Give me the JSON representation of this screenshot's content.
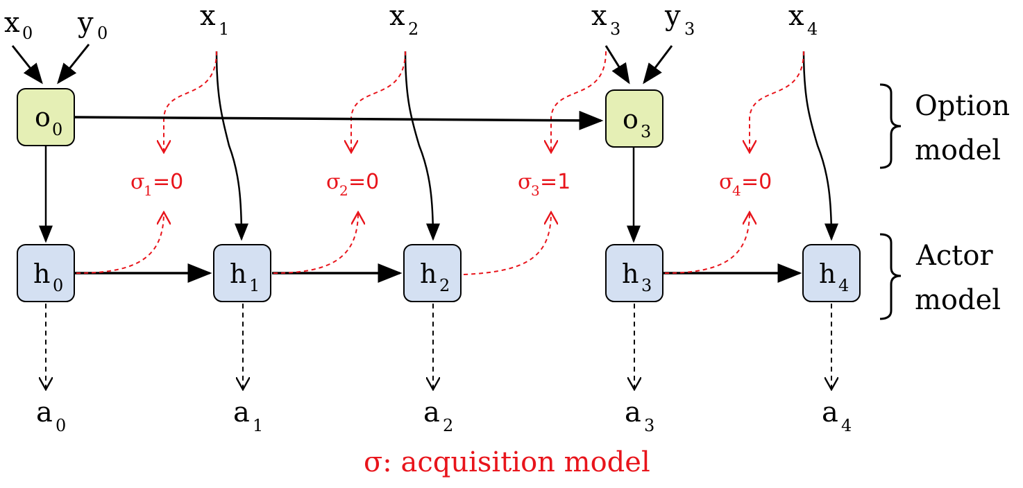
{
  "inputs": [
    {
      "id": "x0",
      "base": "x",
      "sub": "0"
    },
    {
      "id": "y0",
      "base": "y",
      "sub": "0"
    },
    {
      "id": "x1",
      "base": "x",
      "sub": "1"
    },
    {
      "id": "x2",
      "base": "x",
      "sub": "2"
    },
    {
      "id": "x3",
      "base": "x",
      "sub": "3"
    },
    {
      "id": "y3",
      "base": "y",
      "sub": "3"
    },
    {
      "id": "x4",
      "base": "x",
      "sub": "4"
    }
  ],
  "option_nodes": [
    {
      "id": "o0",
      "base": "o",
      "sub": "0",
      "fill": "#e5efb5"
    },
    {
      "id": "o3",
      "base": "o",
      "sub": "3",
      "fill": "#e5efb5"
    }
  ],
  "actor_nodes": [
    {
      "id": "h0",
      "base": "h",
      "sub": "0",
      "fill": "#d4e0f2"
    },
    {
      "id": "h1",
      "base": "h",
      "sub": "1",
      "fill": "#d4e0f2"
    },
    {
      "id": "h2",
      "base": "h",
      "sub": "2",
      "fill": "#d4e0f2"
    },
    {
      "id": "h3",
      "base": "h",
      "sub": "3",
      "fill": "#d4e0f2"
    },
    {
      "id": "h4",
      "base": "h",
      "sub": "4",
      "fill": "#d4e0f2"
    }
  ],
  "actions": [
    {
      "id": "a0",
      "base": "a",
      "sub": "0"
    },
    {
      "id": "a1",
      "base": "a",
      "sub": "1"
    },
    {
      "id": "a2",
      "base": "a",
      "sub": "2"
    },
    {
      "id": "a3",
      "base": "a",
      "sub": "3"
    },
    {
      "id": "a4",
      "base": "a",
      "sub": "4"
    }
  ],
  "sigmas": [
    {
      "id": "s1",
      "symbol": "σ",
      "sub": "1",
      "value": "=0"
    },
    {
      "id": "s2",
      "symbol": "σ",
      "sub": "2",
      "value": "=0"
    },
    {
      "id": "s3",
      "symbol": "σ",
      "sub": "3",
      "value": "=1"
    },
    {
      "id": "s4",
      "symbol": "σ",
      "sub": "4",
      "value": "=0"
    }
  ],
  "side_labels": {
    "option": [
      "Option",
      "model"
    ],
    "actor": [
      "Actor",
      "model"
    ]
  },
  "caption": "σ: acquisition model",
  "colors": {
    "red": "#e8141b",
    "option_fill": "#e5efb5",
    "actor_fill": "#d4e0f2",
    "stroke": "#000000"
  }
}
